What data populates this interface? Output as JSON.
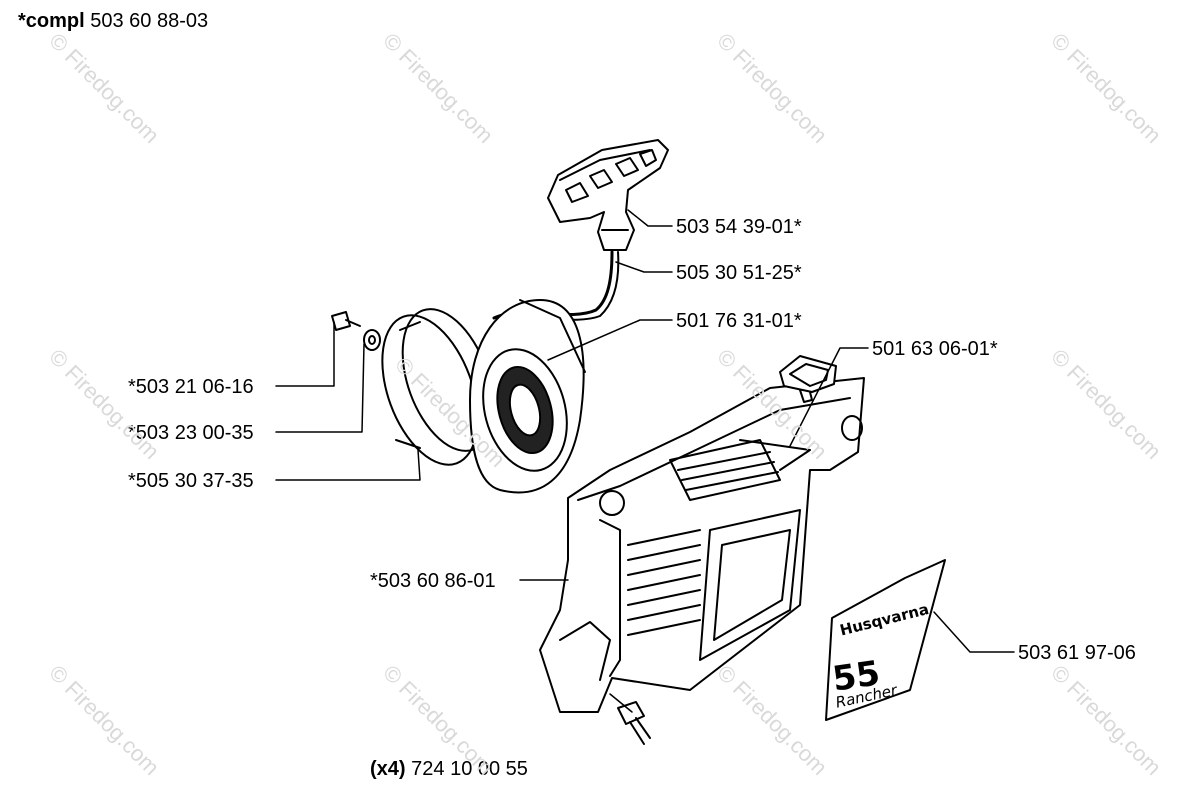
{
  "header": {
    "prefix": "*compl",
    "part": "503 60 88-03"
  },
  "watermark": "Firedog.com",
  "watermark_symbol": "©",
  "labels": [
    {
      "id": "handle",
      "text": "503 54 39-01*"
    },
    {
      "id": "rope",
      "text": "505 30 51-25*"
    },
    {
      "id": "pulley-spring",
      "text": "501 76 31-01*"
    },
    {
      "id": "grommet",
      "text": "501 63 06-01*"
    },
    {
      "id": "screw",
      "text": "*503 21 06-16"
    },
    {
      "id": "washer",
      "text": "*503 23 00-35"
    },
    {
      "id": "pulley",
      "text": "*505 30 37-35"
    },
    {
      "id": "cover",
      "text": "*503 60 86-01"
    },
    {
      "id": "decal",
      "text": "503 61 97-06"
    }
  ],
  "footer": {
    "qty": "(x4)",
    "part": "724 10 00 55"
  },
  "decal": {
    "brand": "Husqvarna",
    "model": "55",
    "name": "Rancher"
  }
}
